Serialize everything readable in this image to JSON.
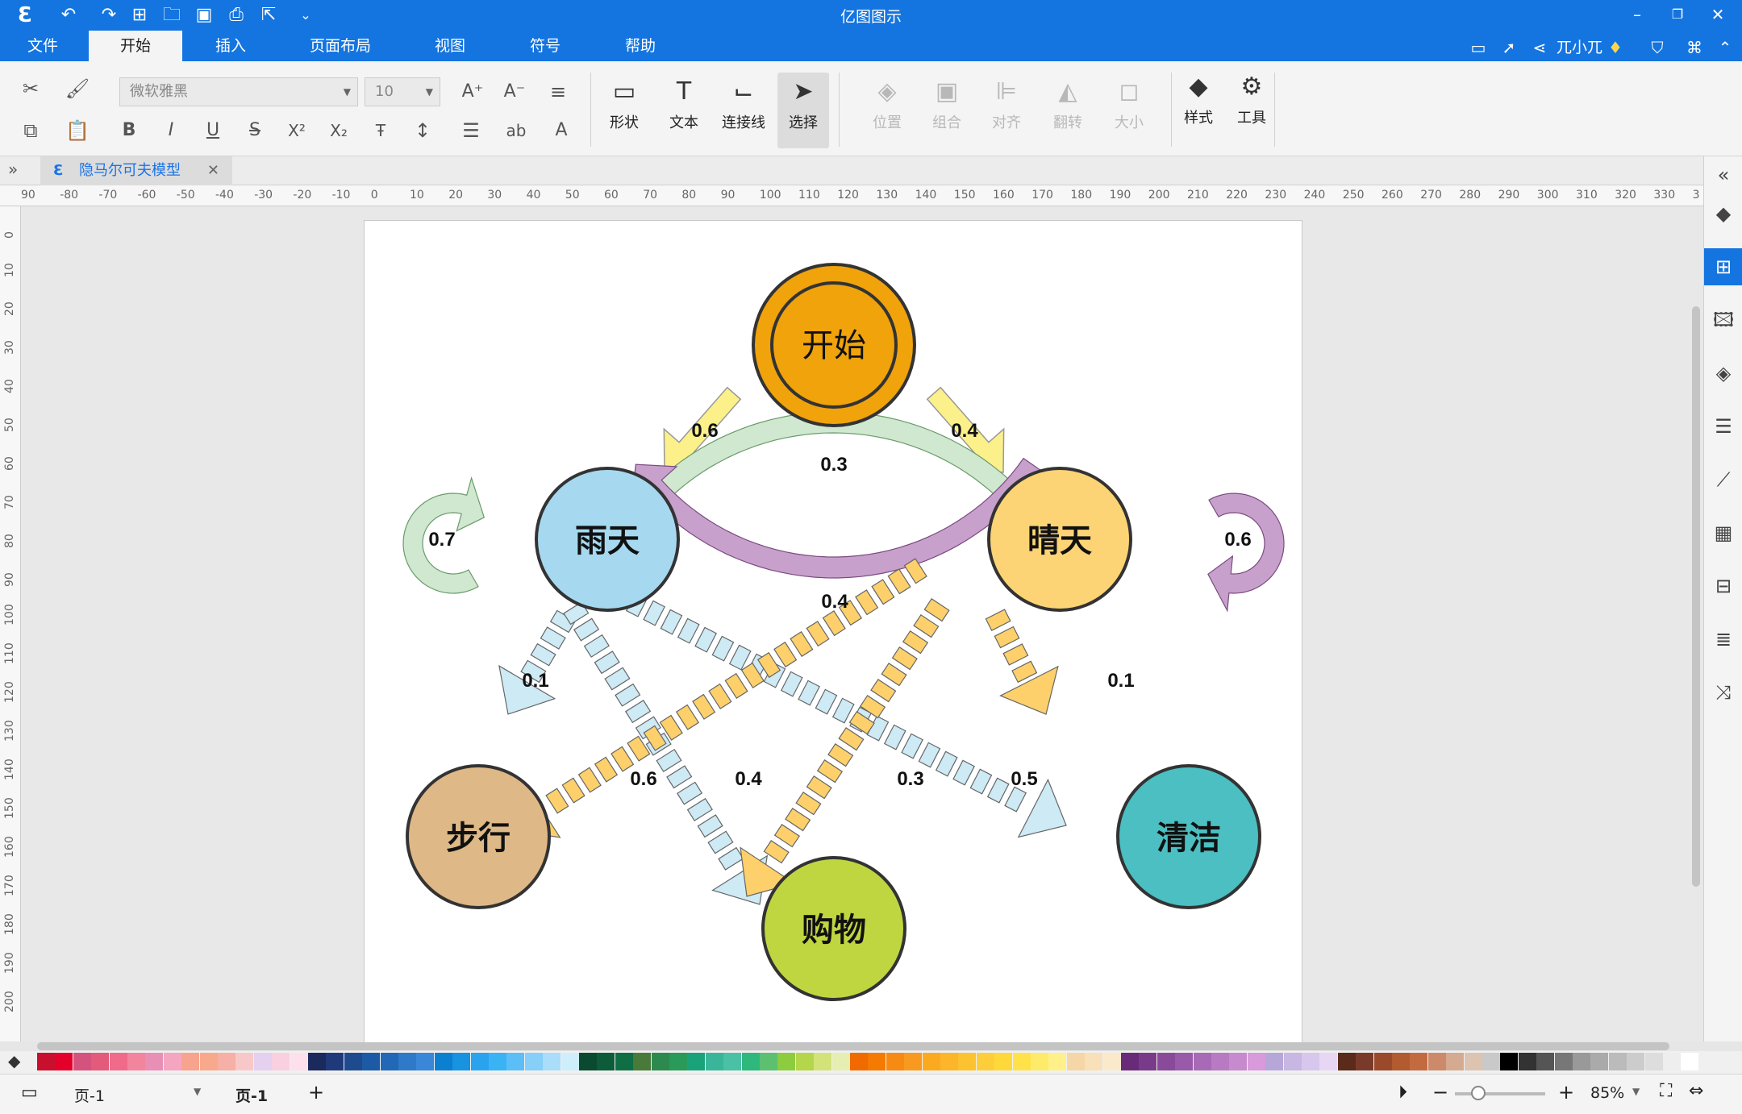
{
  "app": {
    "title": "亿图图示"
  },
  "menu": {
    "items": [
      "文件",
      "开始",
      "插入",
      "页面布局",
      "视图",
      "符号",
      "帮助"
    ],
    "active": "开始"
  },
  "user": {
    "name": "兀小兀"
  },
  "ribbon": {
    "font_family": "微软雅黑",
    "font_size": "10",
    "tools": [
      "形状",
      "文本",
      "连接线",
      "选择"
    ],
    "arrange": [
      "位置",
      "组合",
      "对齐",
      "翻转",
      "大小"
    ],
    "extra": [
      "样式",
      "工具"
    ]
  },
  "document": {
    "tab_title": "隐马尔可夫模型"
  },
  "rulers": {
    "h": [
      "90",
      "-80",
      "-70",
      "-60",
      "-50",
      "-40",
      "-30",
      "-20",
      "-10",
      "0",
      "10",
      "20",
      "30",
      "40",
      "50",
      "60",
      "70",
      "80",
      "90",
      "100",
      "110",
      "120",
      "130",
      "140",
      "150",
      "160",
      "170",
      "180",
      "190",
      "200",
      "210",
      "220",
      "230",
      "240",
      "250",
      "260",
      "270",
      "280",
      "290",
      "300",
      "310",
      "320",
      "330",
      "3"
    ],
    "v": [
      "0",
      "10",
      "20",
      "30",
      "40",
      "50",
      "60",
      "70",
      "80",
      "90",
      "100",
      "110",
      "120",
      "130",
      "140",
      "150",
      "160",
      "170",
      "180",
      "190",
      "200"
    ]
  },
  "diagram": {
    "nodes": {
      "start": "开始",
      "rainy": "雨天",
      "sunny": "晴天",
      "walk": "步行",
      "shop": "购物",
      "clean": "清洁"
    },
    "probabilities": {
      "start_rainy": "0.6",
      "start_sunny": "0.4",
      "rainy_sunny": "0.3",
      "sunny_rainy": "0.4",
      "rainy_self": "0.7",
      "sunny_self": "0.6",
      "rainy_walk": "0.1",
      "rainy_shop": "0.4",
      "rainy_clean": "0.5",
      "sunny_walk": "0.6",
      "sunny_shop": "0.3",
      "sunny_clean": "0.1"
    },
    "colors": {
      "start": "#f0a30a",
      "rainy": "#a6d9f0",
      "sunny": "#fdd475",
      "walk": "#deb887",
      "shop": "#bfd641",
      "clean": "#4bbfc2"
    }
  },
  "status": {
    "page_selector": "页-1",
    "page_tab": "页-1",
    "add_page": "+",
    "zoom": "85%"
  }
}
